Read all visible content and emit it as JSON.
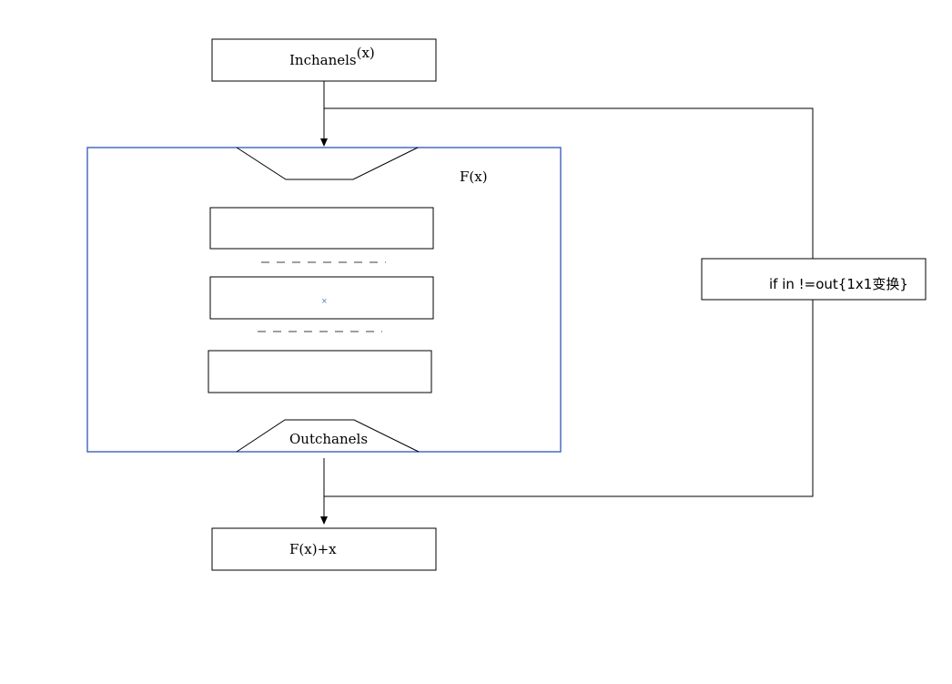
{
  "diagram": {
    "input_label": "Inchanels",
    "input_sup": "(x)",
    "block_label": "F(x)",
    "output_block_label": "Outchanels",
    "shortcut_label": "if in !=out{1x1变换}",
    "output_label": "F(x)+x",
    "marker_text": "×",
    "colors": {
      "frame": "#4a6bbf",
      "line": "#000000",
      "dash": "#666666"
    }
  }
}
